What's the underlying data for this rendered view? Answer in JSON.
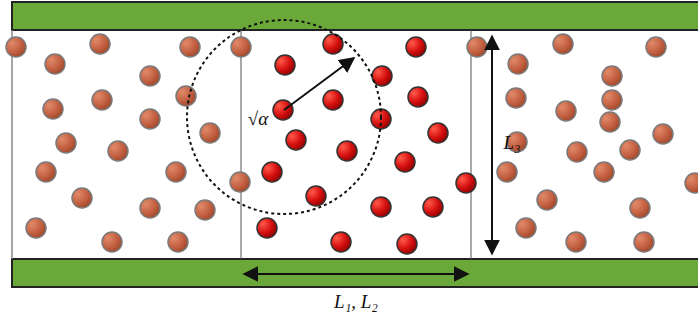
{
  "diagram": {
    "labels": [
      "√α",
      "L₃",
      "L₁, L₂"
    ]
  }
}
